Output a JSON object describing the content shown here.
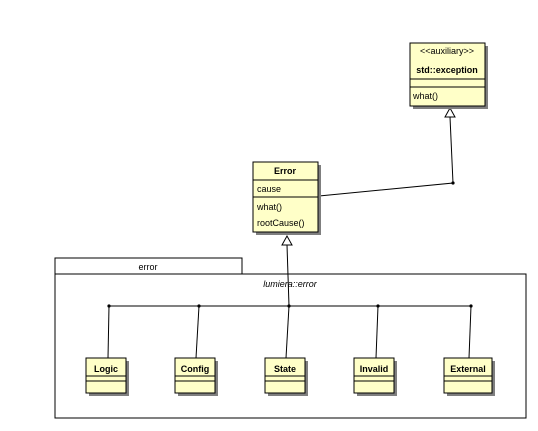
{
  "package": {
    "tab_label": "error",
    "namespace_label": "lumiera::error"
  },
  "classes": {
    "std_exception": {
      "stereotype": "<<auxiliary>>",
      "name": "std::exception",
      "operations": [
        "what()"
      ]
    },
    "error": {
      "name": "Error",
      "attributes": [
        "cause"
      ],
      "operations": [
        "what()",
        "rootCause()"
      ]
    },
    "subclasses": [
      "Logic",
      "Config",
      "State",
      "Invalid",
      "External"
    ]
  },
  "colors": {
    "class_fill": "#ffffc8",
    "shadow": "#7f7f7f",
    "line": "#000000"
  }
}
